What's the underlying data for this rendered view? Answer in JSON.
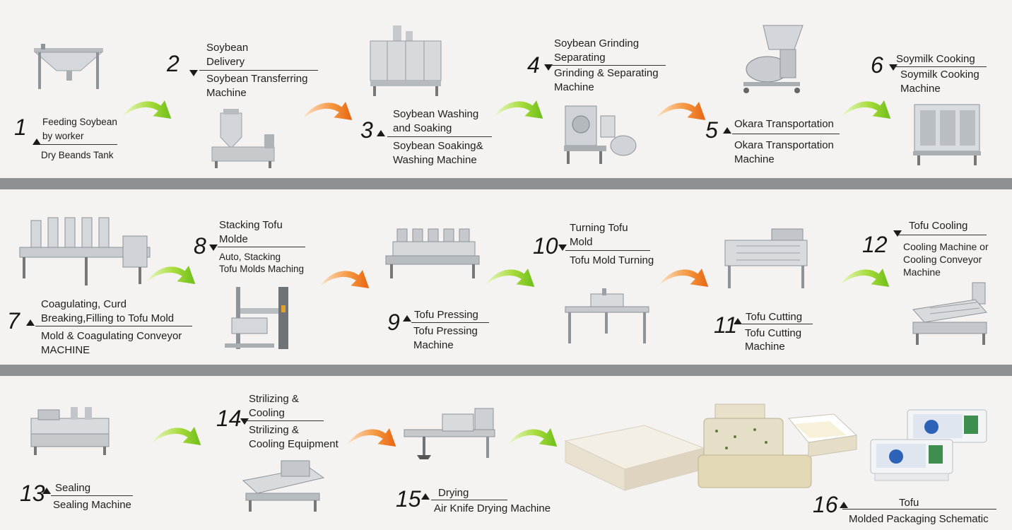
{
  "colors": {
    "background": "#f4f3f1",
    "divider": "#8f9091",
    "arrow_green": "#8fd12a",
    "arrow_orange": "#f07a1e",
    "machine_steel": "#c9ccd0"
  },
  "steps": [
    {
      "number": "1",
      "title": "Feeding Soybean by worker",
      "machine": "Dry Beands Tank"
    },
    {
      "number": "2",
      "title": "Soybean Delivery",
      "machine": "Soybean Transferring Machine"
    },
    {
      "number": "3",
      "title": "Soybean Washing and Soaking",
      "machine": "Soybean Soaking& Washing Machine"
    },
    {
      "number": "4",
      "title": "Soybean Grinding Separating",
      "machine": "Grinding & Separating Machine"
    },
    {
      "number": "5",
      "title": "Okara Transportation",
      "machine": "Okara Transportation Machine"
    },
    {
      "number": "6",
      "title": "Soymilk Cooking",
      "machine": "Soymilk Cooking Machine"
    },
    {
      "number": "7",
      "title": "Coagulating, Curd Breaking,Filling to Tofu Mold",
      "machine": "Mold & Coagulating Conveyor MACHINE"
    },
    {
      "number": "8",
      "title": "Stacking Tofu Molde",
      "machine": "Auto, Stacking Tofu Molds Maching"
    },
    {
      "number": "9",
      "title": "Tofu Pressing",
      "machine": "Tofu Pressing Machine"
    },
    {
      "number": "10",
      "title": "Turning Tofu Mold",
      "machine": "Tofu Mold Turning"
    },
    {
      "number": "11",
      "title": "Tofu Cutting",
      "machine": "Tofu Cutting Machine"
    },
    {
      "number": "12",
      "title": "Tofu Cooling",
      "machine": "Cooling Machine or Cooling Conveyor Machine"
    },
    {
      "number": "13",
      "title": "Sealing",
      "machine": "Sealing Machine"
    },
    {
      "number": "14",
      "title": "Strilizing & Cooling",
      "machine": "Strilizing & Cooling Equipment"
    },
    {
      "number": "15",
      "title": "Drying",
      "machine": "Air Knife Drying Machine"
    },
    {
      "number": "16",
      "title": "Tofu",
      "machine": "Molded Packaging Schematic"
    }
  ],
  "lines": {
    "s1": {
      "t1": "Feeding Soybean",
      "t2": "by worker",
      "m1": "Dry Beands Tank"
    },
    "s2": {
      "t1": "Soybean",
      "t2": "Delivery",
      "m1": "Soybean Transferring",
      "m2": "Machine"
    },
    "s3": {
      "t1": "Soybean Washing",
      "t2": "and Soaking",
      "m1": "Soybean Soaking&",
      "m2": "Washing Machine"
    },
    "s4": {
      "t1": "Soybean Grinding",
      "t2": "Separating",
      "m1": "Grinding & Separating",
      "m2": "Machine"
    },
    "s5": {
      "t1": "Okara Transportation",
      "m1": "Okara Transportation",
      "m2": "Machine"
    },
    "s6": {
      "t1": "Soymilk Cooking",
      "m1": "Soymilk Cooking",
      "m2": "Machine"
    },
    "s7": {
      "t1": "Coagulating, Curd",
      "t2": "Breaking,Filling to Tofu Mold",
      "m1": "Mold & Coagulating Conveyor",
      "m2": "MACHINE"
    },
    "s8": {
      "t1": "Stacking Tofu",
      "t2": "Molde",
      "m1": "Auto, Stacking",
      "m2": "Tofu Molds Maching"
    },
    "s9": {
      "t1": "Tofu Pressing",
      "m1": "Tofu Pressing",
      "m2": "Machine"
    },
    "s10": {
      "t1": "Turning Tofu",
      "t2": "Mold",
      "m1": "Tofu Mold Turning"
    },
    "s11": {
      "t1": "Tofu Cutting",
      "m1": "Tofu Cutting",
      "m2": "Machine"
    },
    "s12": {
      "t1": "Tofu Cooling",
      "m1": "Cooling Machine or",
      "m2": "Cooling Conveyor",
      "m3": "Machine"
    },
    "s13": {
      "t1": "Sealing",
      "m1": "Sealing Machine"
    },
    "s14": {
      "t1": "Strilizing &",
      "t2": "Cooling",
      "m1": "Strilizing &",
      "m2": "Cooling Equipment"
    },
    "s15": {
      "t1": "Drying",
      "m1": "Air Knife Drying Machine"
    },
    "s16": {
      "t1": "Tofu",
      "m1": "Molded Packaging Schematic"
    }
  }
}
